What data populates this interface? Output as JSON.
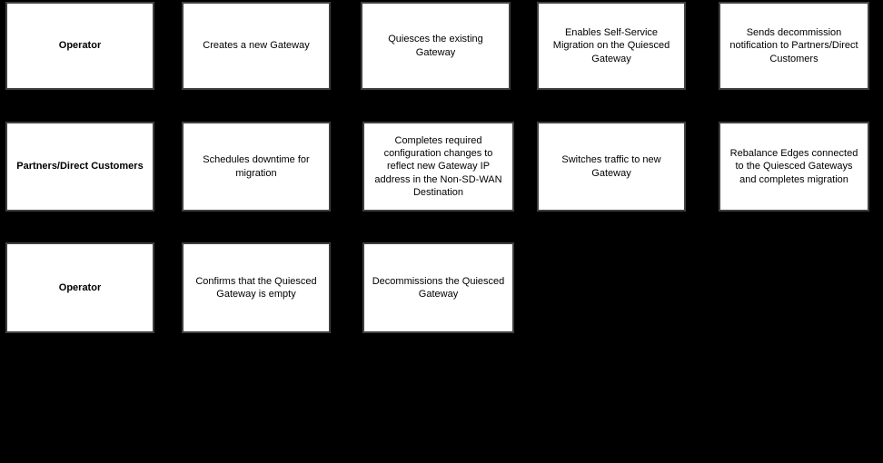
{
  "colors": {
    "background": "#000000",
    "box_fill": "#ffffff",
    "box_border": "#404040",
    "text": "#000000"
  },
  "diagram": {
    "type": "process-flow-swimlane",
    "rows": [
      {
        "role": "Operator",
        "steps": [
          "Creates a new Gateway",
          "Quiesces the existing Gateway",
          "Enables Self-Service Migration on the Quiesced Gateway",
          "Sends decommission notification to Partners/Direct Customers"
        ]
      },
      {
        "role": "Partners/Direct Customers",
        "steps": [
          "Schedules downtime for migration",
          "Completes required configuration changes to reflect new Gateway IP address in the Non-SD-WAN Destination",
          "Switches traffic to new Gateway",
          "Rebalance Edges connected to the Quiesced Gateways and completes migration"
        ]
      },
      {
        "role": "Operator",
        "steps": [
          "Confirms that the Quiesced Gateway is empty",
          "Decommissions the Quiesced Gateway"
        ]
      }
    ]
  }
}
